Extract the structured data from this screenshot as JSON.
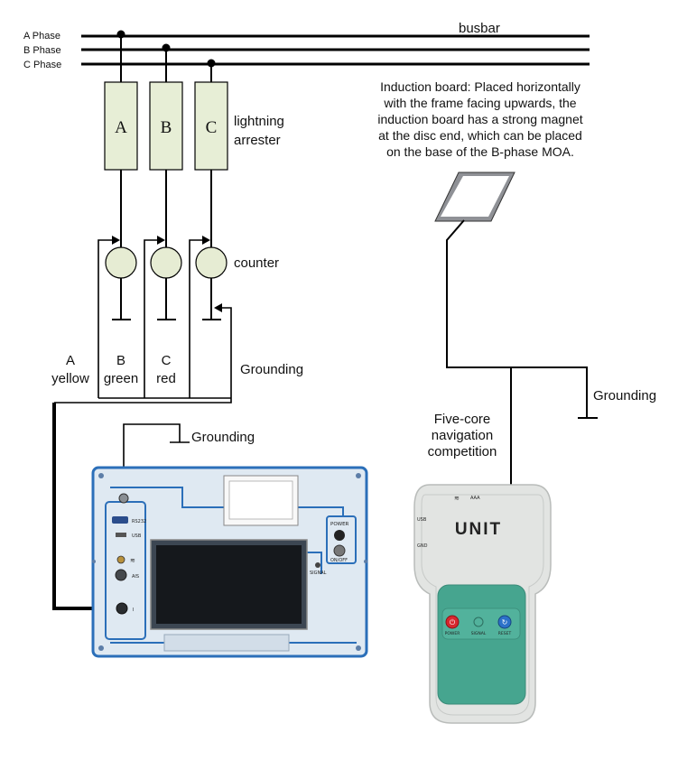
{
  "phases": {
    "a": "A Phase",
    "b": "B Phase",
    "c": "C Phase"
  },
  "busbar": "busbar",
  "arresters": {
    "a": "A",
    "b": "B",
    "c": "C",
    "label_line1": "lightning",
    "label_line2": "arrester"
  },
  "counter": "counter",
  "wires": {
    "a_letter": "A",
    "a_color": "yellow",
    "b_letter": "B",
    "b_color": "green",
    "c_letter": "C",
    "c_color": "red"
  },
  "grounding": {
    "right_of_counters": "Grounding",
    "instrument": "Grounding",
    "induction": "Grounding"
  },
  "induction_board": {
    "line1": "Induction board: Placed horizontally",
    "line2": "with the frame facing upwards, the",
    "line3": "induction board has a strong magnet",
    "line4": "at the disc end, which can be placed",
    "line5": "on the base of the B-phase MOA."
  },
  "five_core": {
    "line1": "Five-core",
    "line2": "navigation",
    "line3": "competition"
  },
  "instrument": {
    "power": "POWER",
    "on_off": "ON/OFF",
    "signal": "SIGNAL",
    "rs232": "RS232",
    "usb": "USB",
    "ais": "AIS"
  },
  "handheld": {
    "brand": "UNIT",
    "power": "POWER",
    "signal": "SIGNAL",
    "reset": "RESET",
    "top_mark": "AAA",
    "usb": "USB",
    "gnd": "GND"
  },
  "colors": {
    "line": "#000000",
    "arrester_fill": "#e7eed6",
    "counter_fill": "#e6ecd3",
    "panel_blue": "#2b6fb9",
    "panel_fill": "#dfe9f2",
    "handheld_body": "#e2e4e2",
    "handheld_teal": "#46a58f",
    "power_red": "#d8262e",
    "reset_blue": "#2c71c9"
  }
}
